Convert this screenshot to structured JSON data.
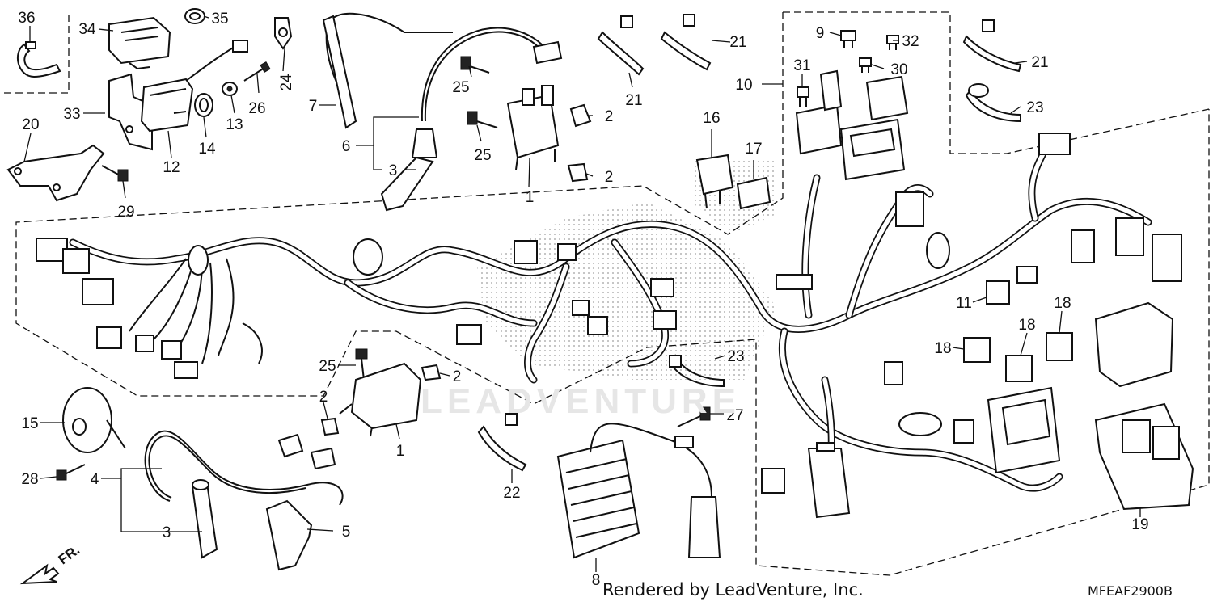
{
  "diagram": {
    "callouts": [
      {
        "id": "c36",
        "text": "36"
      },
      {
        "id": "c34",
        "text": "34"
      },
      {
        "id": "c35",
        "text": "35"
      },
      {
        "id": "c24",
        "text": "24"
      },
      {
        "id": "c33",
        "text": "33"
      },
      {
        "id": "c20",
        "text": "20"
      },
      {
        "id": "c12",
        "text": "12"
      },
      {
        "id": "c14",
        "text": "14"
      },
      {
        "id": "c13",
        "text": "13"
      },
      {
        "id": "c26",
        "text": "26"
      },
      {
        "id": "c29",
        "text": "29"
      },
      {
        "id": "c7",
        "text": "7"
      },
      {
        "id": "c6",
        "text": "6"
      },
      {
        "id": "c3a",
        "text": "3"
      },
      {
        "id": "c25a",
        "text": "25"
      },
      {
        "id": "c25b",
        "text": "25"
      },
      {
        "id": "c2a",
        "text": "2"
      },
      {
        "id": "c2b",
        "text": "2"
      },
      {
        "id": "c1a",
        "text": "1"
      },
      {
        "id": "c21a",
        "text": "21"
      },
      {
        "id": "c21b",
        "text": "21"
      },
      {
        "id": "c16",
        "text": "16"
      },
      {
        "id": "c17",
        "text": "17"
      },
      {
        "id": "c10",
        "text": "10"
      },
      {
        "id": "c9",
        "text": "9"
      },
      {
        "id": "c32",
        "text": "32"
      },
      {
        "id": "c31",
        "text": "31"
      },
      {
        "id": "c30",
        "text": "30"
      },
      {
        "id": "c21c",
        "text": "21"
      },
      {
        "id": "c23a",
        "text": "23"
      },
      {
        "id": "c11",
        "text": "11"
      },
      {
        "id": "c18a",
        "text": "18"
      },
      {
        "id": "c18b",
        "text": "18"
      },
      {
        "id": "c18c",
        "text": "18"
      },
      {
        "id": "c25c",
        "text": "25"
      },
      {
        "id": "c2c",
        "text": "2"
      },
      {
        "id": "c2d",
        "text": "2"
      },
      {
        "id": "c1b",
        "text": "1"
      },
      {
        "id": "c23b",
        "text": "23"
      },
      {
        "id": "c27",
        "text": "27"
      },
      {
        "id": "c15",
        "text": "15"
      },
      {
        "id": "c28",
        "text": "28"
      },
      {
        "id": "c4",
        "text": "4"
      },
      {
        "id": "c3b",
        "text": "3"
      },
      {
        "id": "c5",
        "text": "5"
      },
      {
        "id": "c22",
        "text": "22"
      },
      {
        "id": "c8",
        "text": "8"
      },
      {
        "id": "c19",
        "text": "19"
      }
    ],
    "front_arrow_label": "FR.",
    "watermark": "LEADVENTURE",
    "credit": "Rendered by LeadVenture, Inc.",
    "diagram_code": "MFEAF2900B"
  }
}
